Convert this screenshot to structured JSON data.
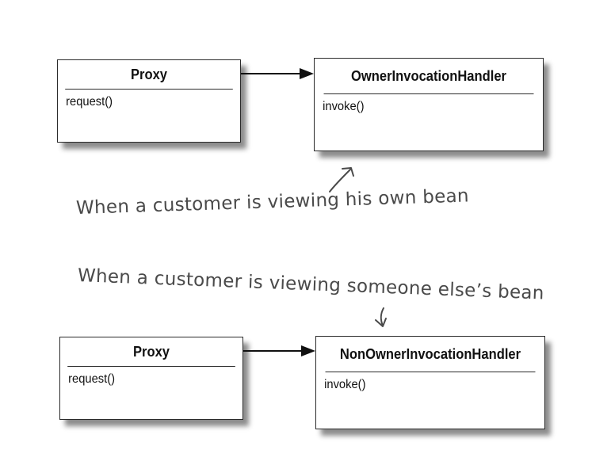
{
  "top": {
    "proxy": {
      "title": "Proxy",
      "method": "request()"
    },
    "handler": {
      "title": "OwnerInvocationHandler",
      "method": "invoke()"
    },
    "annotation": "When a customer is viewing his own bean"
  },
  "bottom": {
    "proxy": {
      "title": "Proxy",
      "method": "request()"
    },
    "handler": {
      "title": "NonOwnerInvocationHandler",
      "method": "invoke()"
    },
    "annotation": "When a customer is viewing someone else’s bean"
  }
}
